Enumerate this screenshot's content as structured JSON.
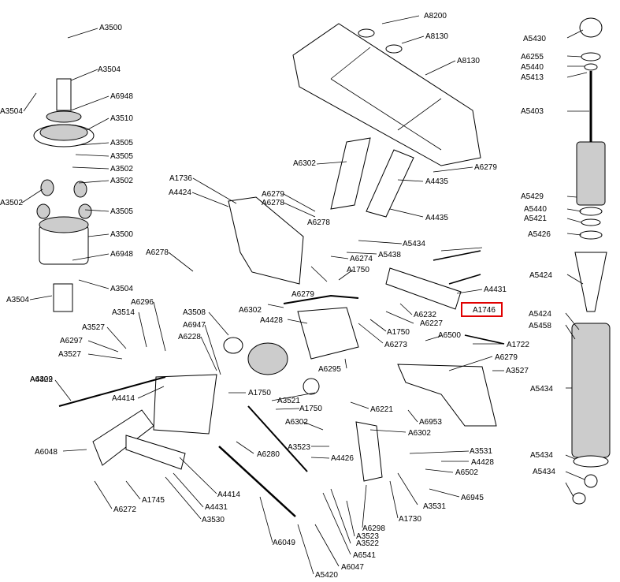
{
  "highlight_label": "A1746",
  "parts": [
    "A3500",
    "A3504",
    "A3504",
    "A6948",
    "A3510",
    "A3505",
    "A3505",
    "A3502",
    "A3502",
    "A3502",
    "A3505",
    "A3500",
    "A6948",
    "A3504",
    "A3504",
    "A8200",
    "A8130",
    "A8130",
    "A6302",
    "A6279",
    "A4435",
    "A4435",
    "A1736",
    "A4424",
    "A6278",
    "A6279",
    "A6278",
    "A5434",
    "A5438",
    "A6274",
    "A6278",
    "A6279",
    "A1750",
    "A4431",
    "A1746",
    "A6302",
    "A4428",
    "A6232",
    "A6227",
    "A1750",
    "A6273",
    "A6296",
    "A3514",
    "A3527",
    "A6297",
    "A3527",
    "A4429",
    "A3508",
    "A6947",
    "A6228",
    "A6295",
    "A6500",
    "A1722",
    "A6279",
    "A3527",
    "A6302",
    "A4414",
    "A1750",
    "A3521",
    "A1750",
    "A6221",
    "A6953",
    "A6302",
    "A6302",
    "A6048",
    "A6280",
    "A3523",
    "A4426",
    "A6502",
    "A3531",
    "A4428",
    "A4414",
    "A6272",
    "A1745",
    "A4431",
    "A3530",
    "A3531",
    "A6945",
    "A1730",
    "A6298",
    "A3523",
    "A3522",
    "A6541",
    "A6049",
    "A6047",
    "A5420",
    "A5430",
    "A6255",
    "A5440",
    "A5413",
    "A5403",
    "A5429",
    "A5440",
    "A5421",
    "A5426",
    "A5424",
    "A5424",
    "A5458",
    "A5434",
    "A5434",
    "A5434"
  ]
}
